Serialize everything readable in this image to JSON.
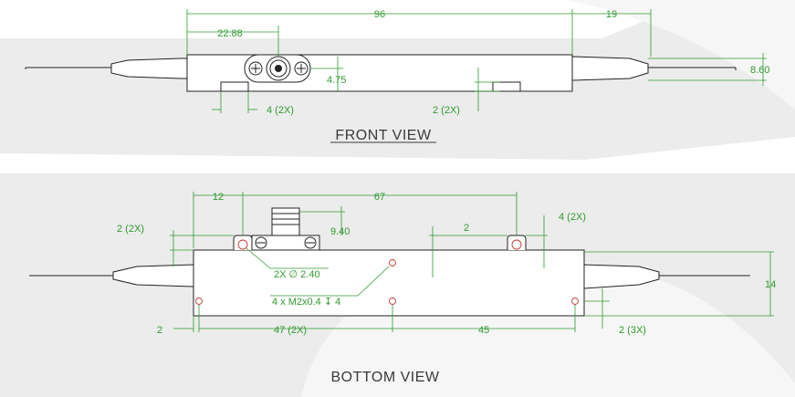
{
  "front_view": {
    "title": "FRONT VIEW",
    "dims": {
      "length": "96",
      "fiber_boot": "19",
      "connector_offset": "22.88",
      "height": "8.60",
      "connector_height": "4.75",
      "tab_width": "4 (2X)",
      "tab_height": "2 (2X)"
    }
  },
  "bottom_view": {
    "title": "BOTTOM VIEW",
    "dims": {
      "tab_offset": "12",
      "tab_spacing": "67",
      "connector_height": "9.40",
      "tab_depth": "2",
      "tab_depth_left": "2 (2X)",
      "tab_width_right": "4 (2X)",
      "mount_hole": "2X ∅ 2.40",
      "thread": "4 x M2x0.4 ↧ 4",
      "width": "14",
      "hole_edge": "2",
      "hole_spacing": "47 (2X)",
      "hole_spacing_2": "45",
      "hole_edge_3x": "2 (3X)"
    }
  }
}
